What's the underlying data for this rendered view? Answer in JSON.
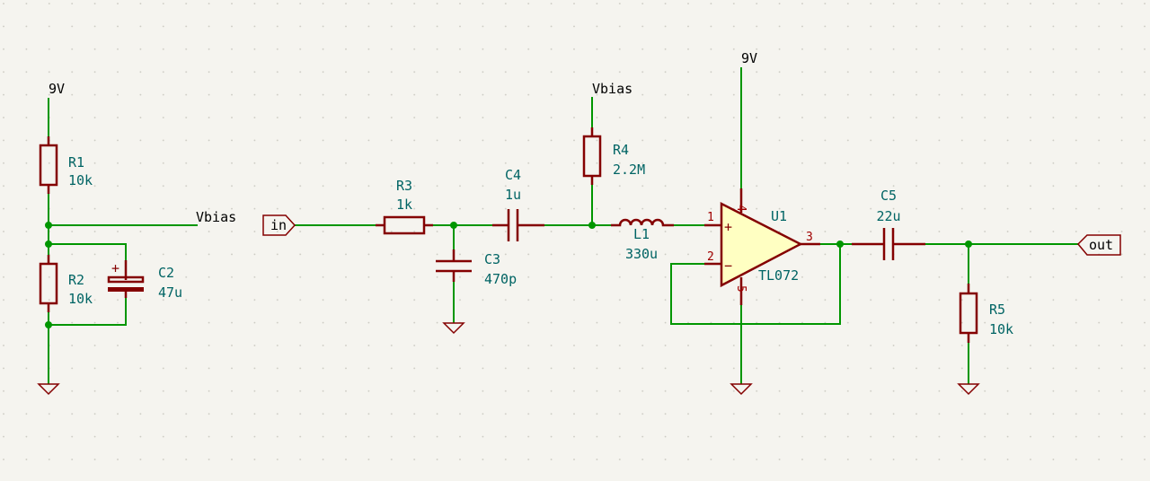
{
  "colors": {
    "background": "#f5f4ef",
    "wire": "#009600",
    "symbol": "#840000",
    "symbol_fill": "#ffffc2",
    "reference_text": "#006464",
    "pin_number": "#a00000"
  },
  "power": {
    "nine_volt_left": "9V",
    "nine_volt_opamp": "9V",
    "vbias_net_label": "Vbias",
    "vbias_r4": "Vbias"
  },
  "ports": {
    "input": "in",
    "output": "out"
  },
  "components": {
    "R1": {
      "ref": "R1",
      "value": "10k"
    },
    "R2": {
      "ref": "R2",
      "value": "10k"
    },
    "C2": {
      "ref": "C2",
      "value": "47u",
      "polarity": "+"
    },
    "R3": {
      "ref": "R3",
      "value": "1k"
    },
    "C3": {
      "ref": "C3",
      "value": "470p"
    },
    "C4": {
      "ref": "C4",
      "value": "1u"
    },
    "R4": {
      "ref": "R4",
      "value": "2.2M"
    },
    "L1": {
      "ref": "L1",
      "value": "330u"
    },
    "U1": {
      "ref": "U1",
      "value": "TL072",
      "pins": {
        "in_plus": "1",
        "in_minus": "2",
        "out": "3",
        "vplus": "4",
        "vminus": "5"
      },
      "signs": {
        "plus": "+",
        "minus": "−"
      }
    },
    "C5": {
      "ref": "C5",
      "value": "22u"
    },
    "R5": {
      "ref": "R5",
      "value": "10k"
    }
  }
}
